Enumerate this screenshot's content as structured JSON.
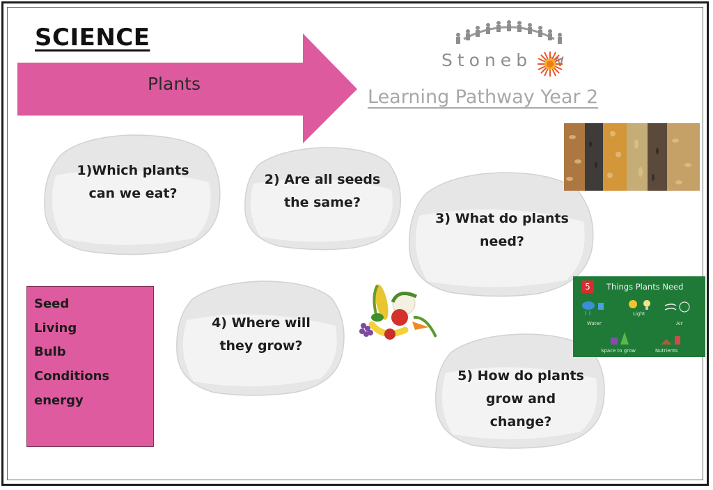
{
  "header": {
    "subject": "SCIENCE",
    "topic": "Plants"
  },
  "logo": {
    "school_name_start": "Stoneb",
    "school_name_end": "w"
  },
  "pathway_title": "Learning Pathway Year 2",
  "questions": [
    {
      "lines": [
        "1)Which plants",
        "can we eat?"
      ]
    },
    {
      "lines": [
        "2) Are all seeds",
        "the same?"
      ]
    },
    {
      "lines": [
        "3) What do plants",
        "need?"
      ]
    },
    {
      "lines": [
        "4) Where will",
        "they grow?"
      ]
    },
    {
      "lines": [
        "5) How do plants",
        "grow and",
        "change?"
      ]
    }
  ],
  "vocabulary": [
    "Seed",
    "Living",
    "Bulb",
    "Conditions",
    "energy"
  ],
  "poster": {
    "number": "5",
    "title": "Things Plants Need",
    "labels": {
      "water": "Water",
      "light": "Light",
      "air": "Air",
      "space": "Space to grow",
      "nutrients": "Nutrients"
    }
  },
  "colors": {
    "arrow": "#dd5a9e",
    "vocab_box": "#de5b9f",
    "poster_bg": "#1f7a38",
    "logo_grey": "#8e8e8e"
  }
}
